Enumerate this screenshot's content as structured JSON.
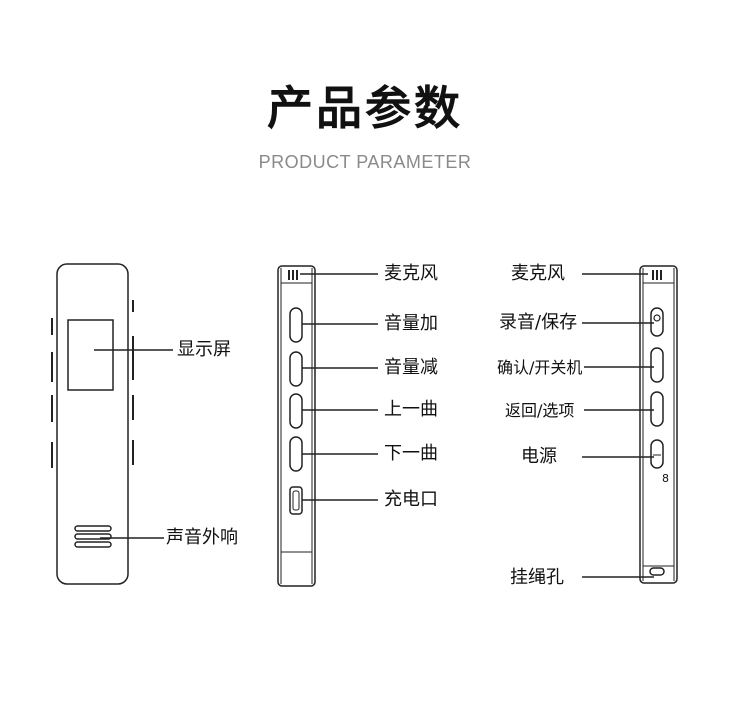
{
  "header": {
    "title": "产品参数",
    "subtitle": "PRODUCT PARAMETER"
  },
  "front_view": {
    "labels": {
      "display": "显示屏",
      "speaker": "声音外响"
    }
  },
  "left_side_view": {
    "labels": {
      "mic": "麦克风",
      "volume_up": "音量加",
      "volume_down": "音量减",
      "prev_track": "上一曲",
      "next_track": "下一曲",
      "charge_port": "充电口"
    }
  },
  "right_side_view": {
    "labels": {
      "mic": "麦克风",
      "record_save": "录音/保存",
      "confirm_power": "确认/开关机",
      "back_options": "返回/选项",
      "power": "电源",
      "lanyard_hole": "挂绳孔"
    },
    "switch_mark": "8"
  },
  "colors": {
    "title": "#111111",
    "subtitle": "#8a8a8a",
    "line": "#222222"
  }
}
